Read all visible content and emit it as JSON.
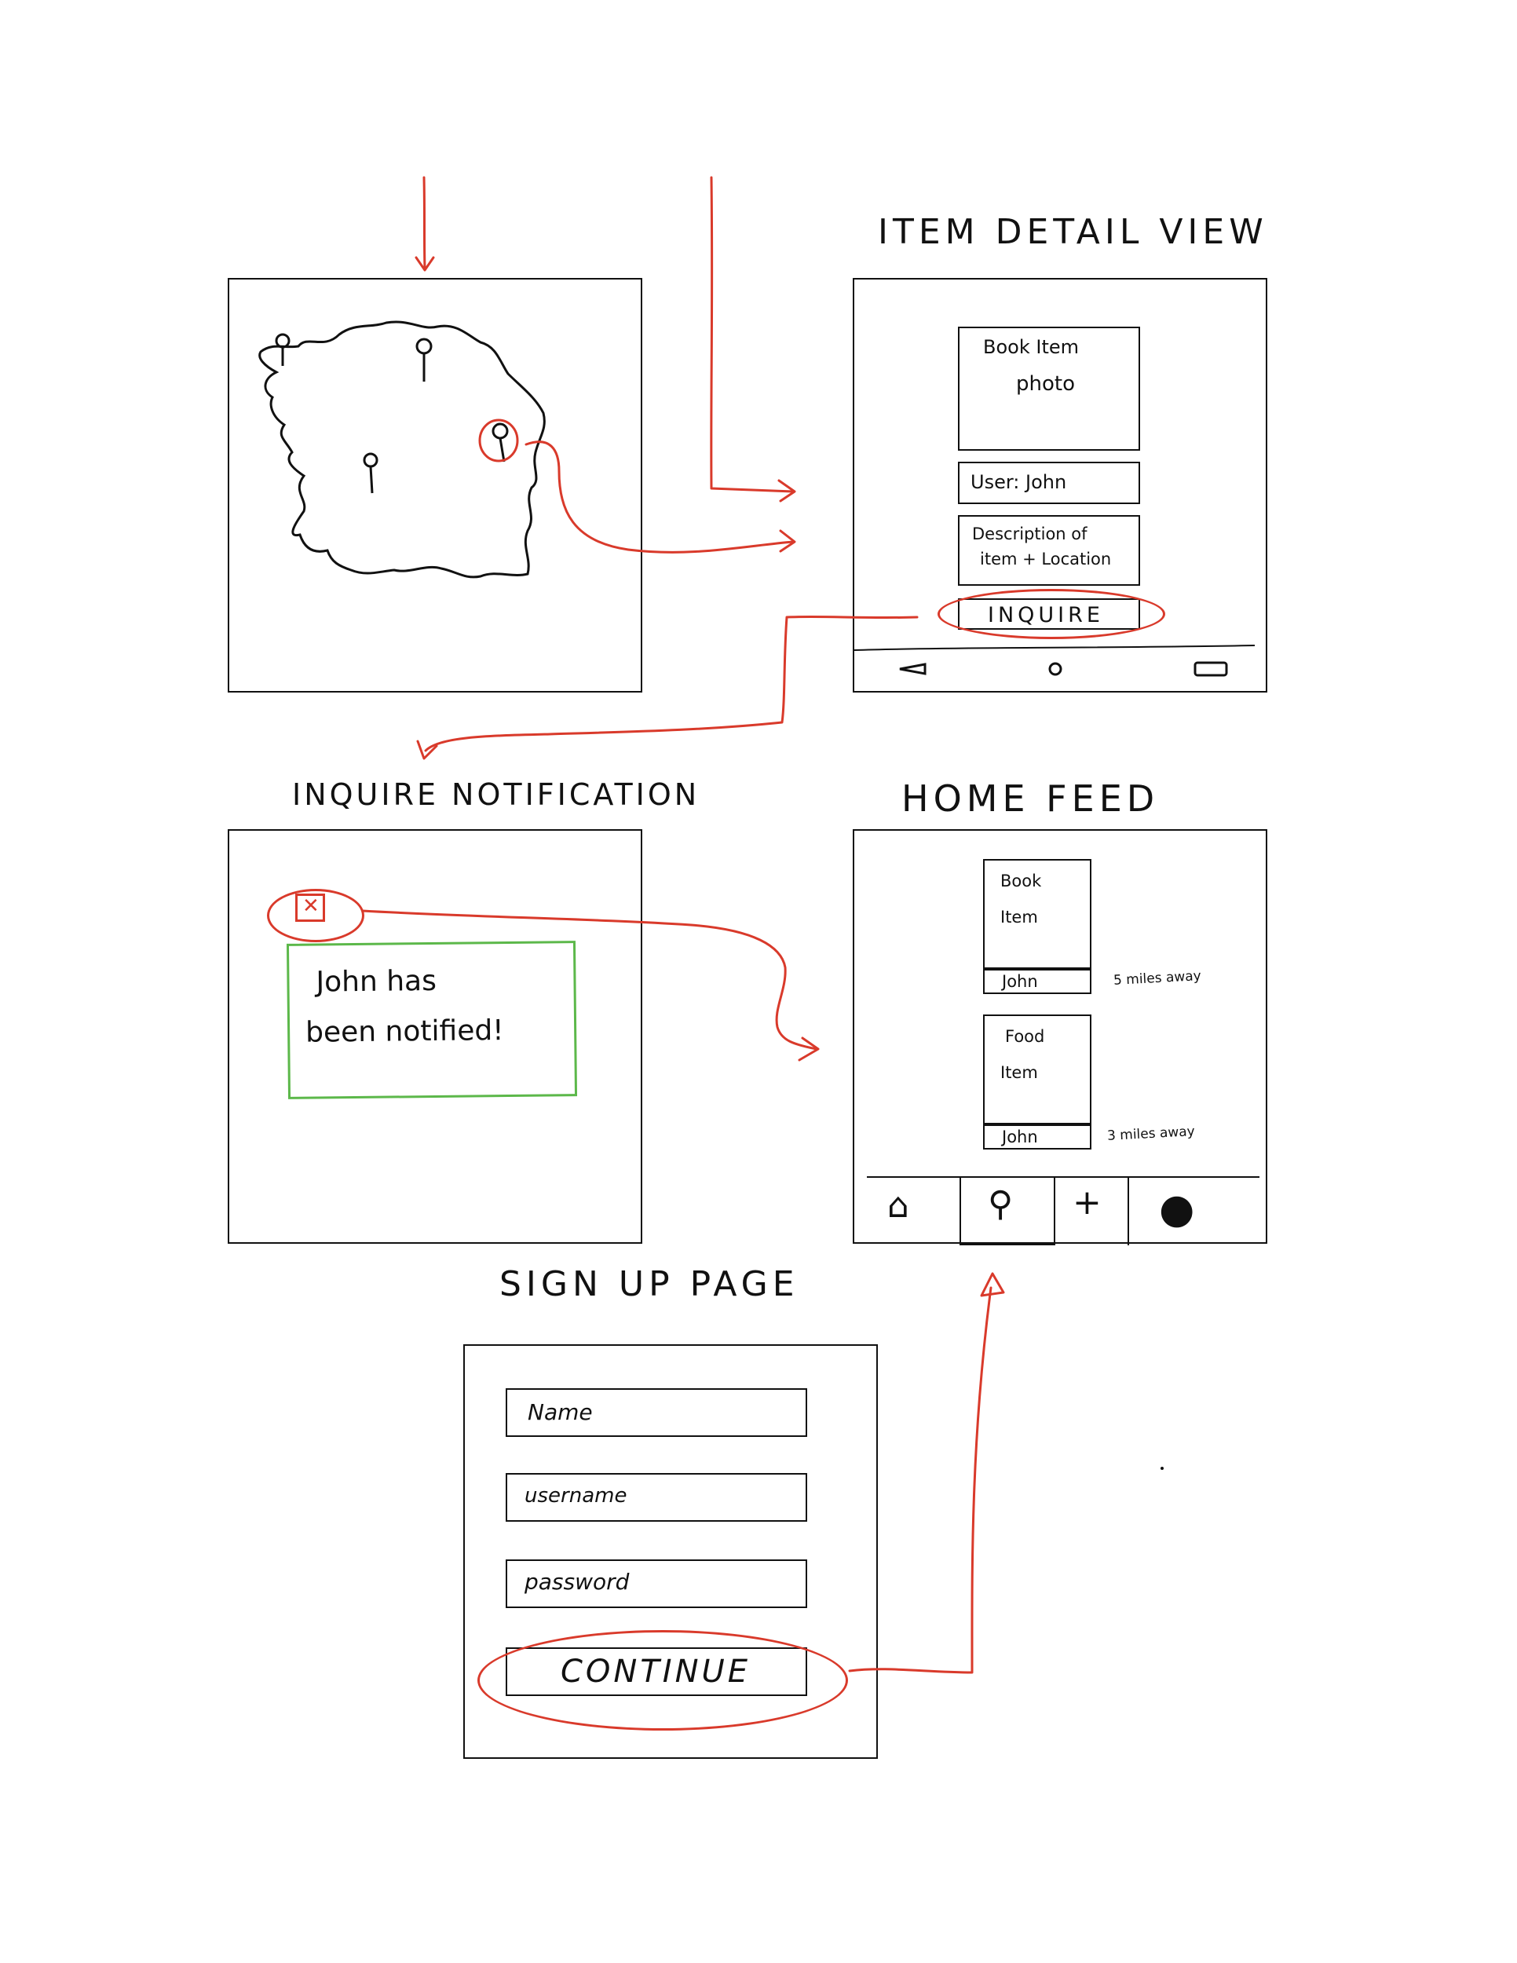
{
  "screens": {
    "map": {
      "pins": 4
    },
    "item_detail": {
      "title": "ITEM DETAIL VIEW",
      "photo_line1": "Book   Item",
      "photo_line2": "photo",
      "user": "User: John",
      "description_line1": "Description of",
      "description_line2": "item + Location",
      "inquire_button": "INQUIRE"
    },
    "inquire_notification": {
      "title": "INQUIRE NOTIFICATION",
      "close_glyph": "✕",
      "message_line1": "John      has",
      "message_line2": "been   notified!"
    },
    "home_feed": {
      "title": "HOME   FEED",
      "items": [
        {
          "line1": "Book",
          "line2": "Item",
          "user": "John",
          "distance": "5 miles away"
        },
        {
          "line1": "Food",
          "line2": "Item",
          "user": "John",
          "distance": "3  miles away"
        }
      ],
      "nav": [
        {
          "icon": "home-icon",
          "glyph": "⌂"
        },
        {
          "icon": "search-icon",
          "glyph": "⚲"
        },
        {
          "icon": "add-icon",
          "glyph": "+"
        },
        {
          "icon": "profile-icon",
          "glyph": "●"
        }
      ]
    },
    "sign_up": {
      "title": "SIGN   UP   PAGE",
      "name_placeholder": "Name",
      "username_placeholder": "username",
      "password_placeholder": "password",
      "continue_button": "CONTINUE"
    }
  },
  "colors": {
    "ink": "#111111",
    "flow_arrow": "#d93a2b",
    "notification_border": "#5cb84a"
  }
}
